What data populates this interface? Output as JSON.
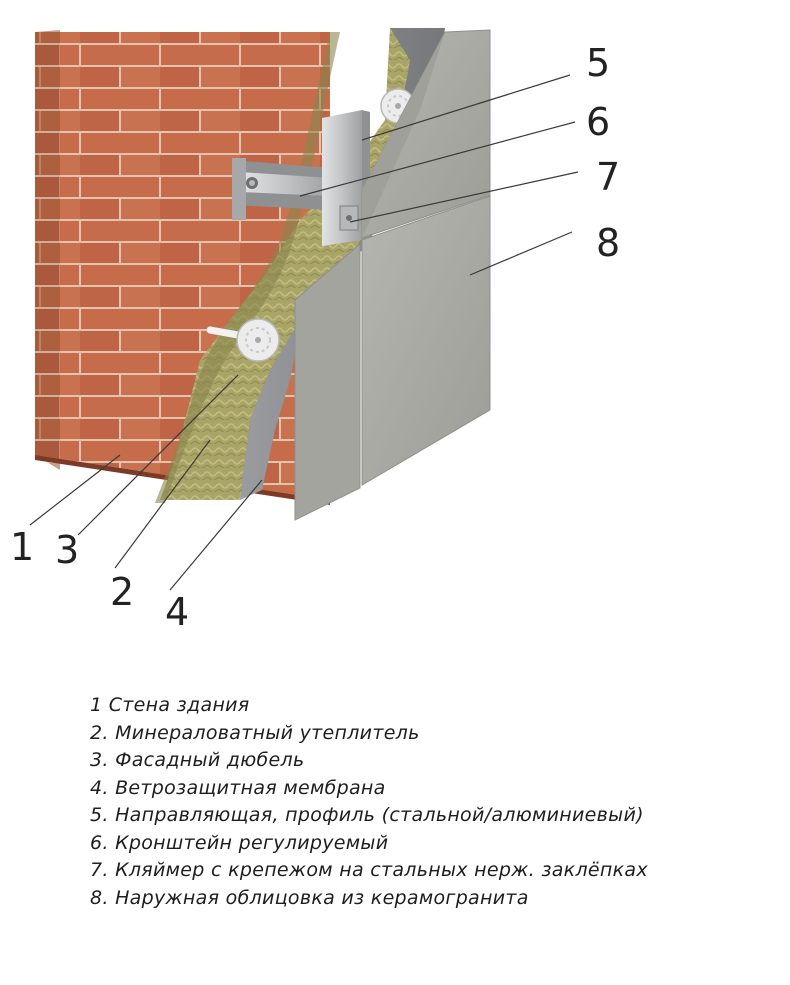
{
  "callouts": [
    {
      "id": "1",
      "label": "1"
    },
    {
      "id": "2",
      "label": "2"
    },
    {
      "id": "3",
      "label": "3"
    },
    {
      "id": "4",
      "label": "4"
    },
    {
      "id": "5",
      "label": "5"
    },
    {
      "id": "6",
      "label": "6"
    },
    {
      "id": "7",
      "label": "7"
    },
    {
      "id": "8",
      "label": "8"
    }
  ],
  "legend": [
    "1 Стена здания",
    "2. Минераловатный утеплитель",
    "3. Фасадный дюбель",
    "4. Ветрозащитная мембрана",
    "5. Направляющая, профиль (стальной/алюминиевый)",
    "6. Кронштейн регулируемый",
    "7. Кляймер с крепежом на стальных нерж. заклёпках",
    "8. Наружная облицовка из керамогранита"
  ],
  "colors": {
    "brick": "#c46a4a",
    "brick_shadow": "#8f4632",
    "mortar": "#e6c9b4",
    "insulation": "#a8a26a",
    "membrane": "#8a8c90",
    "panel": "#a9aaa4",
    "metal": "#c9cbcc"
  }
}
